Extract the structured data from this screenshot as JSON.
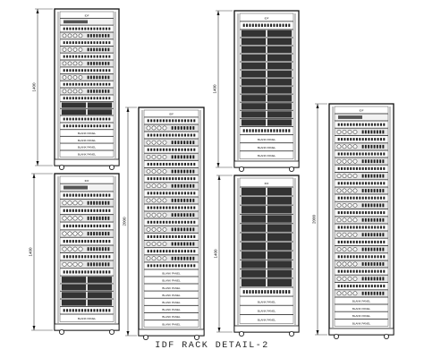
{
  "drawing": {
    "title": "IDF RACK DETAIL-2"
  },
  "labels": {
    "blank_panel": "BLANK PANEL",
    "rack_badge": "IDF"
  },
  "racks": [
    {
      "id": "rack-1",
      "height_label": "1400",
      "units": [
        "badge",
        "kvm",
        "patch",
        "switch",
        "patch",
        "switch",
        "patch",
        "switch",
        "patch",
        "switch",
        "patch",
        "switch",
        "patch",
        "server",
        "server",
        "patch",
        "patch",
        "blank",
        "blank",
        "blank",
        "blank"
      ]
    },
    {
      "id": "rack-2",
      "height_label": "1400",
      "units": [
        "badge",
        "patch",
        "server",
        "server",
        "server",
        "server",
        "server",
        "server",
        "server",
        "server",
        "server",
        "server",
        "server",
        "server",
        "patch",
        "blank",
        "blank",
        "blank"
      ]
    },
    {
      "id": "rack-3",
      "height_label": "1400",
      "units": [
        "badge",
        "kvm",
        "patch",
        "switch",
        "patch",
        "switch",
        "patch",
        "switch",
        "patch",
        "switch",
        "patch",
        "switch",
        "patch",
        "server",
        "server",
        "server",
        "server",
        "patch",
        "blank"
      ]
    },
    {
      "id": "rack-4",
      "height_label": "2000",
      "units": [
        "badge",
        "patch",
        "switch",
        "patch",
        "switch",
        "patch",
        "switch",
        "patch",
        "switch",
        "patch",
        "switch",
        "patch",
        "switch",
        "patch",
        "switch",
        "patch",
        "switch",
        "patch",
        "switch",
        "patch",
        "switch",
        "patch",
        "blank",
        "blank",
        "blank",
        "blank",
        "blank",
        "blank",
        "blank",
        "blank"
      ]
    },
    {
      "id": "rack-5",
      "height_label": "1400",
      "units": [
        "badge",
        "server",
        "server",
        "server",
        "server",
        "server",
        "server",
        "server",
        "server",
        "server",
        "server",
        "server",
        "patch",
        "blank",
        "blank",
        "blank"
      ]
    },
    {
      "id": "rack-6",
      "height_label": "2000",
      "units": [
        "badge",
        "kvm",
        "patch",
        "switch",
        "patch",
        "switch",
        "patch",
        "switch",
        "patch",
        "switch",
        "patch",
        "switch",
        "patch",
        "switch",
        "patch",
        "switch",
        "patch",
        "switch",
        "patch",
        "switch",
        "patch",
        "switch",
        "patch",
        "switch",
        "patch",
        "switch",
        "blank",
        "blank",
        "blank",
        "blank"
      ]
    }
  ]
}
